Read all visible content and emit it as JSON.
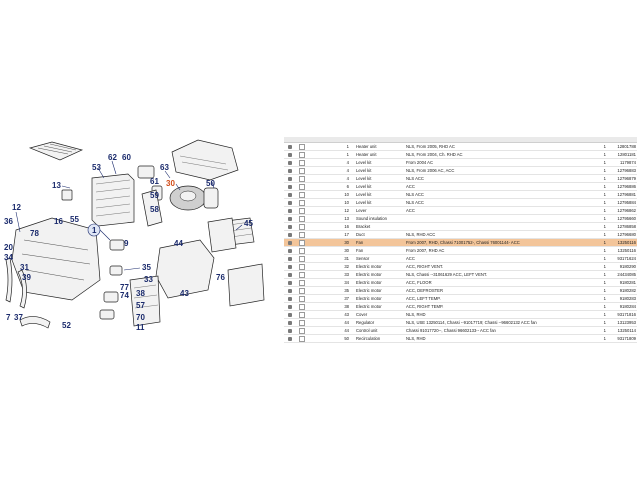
{
  "diagram": {
    "callouts": [
      {
        "label": "53",
        "highlight": false
      },
      {
        "label": "62",
        "highlight": false
      },
      {
        "label": "60",
        "highlight": false
      },
      {
        "label": "63",
        "highlight": false
      },
      {
        "label": "61",
        "highlight": false
      },
      {
        "label": "59",
        "highlight": false
      },
      {
        "label": "13",
        "highlight": false
      },
      {
        "label": "58",
        "highlight": false
      },
      {
        "label": "30",
        "highlight": true
      },
      {
        "label": "50",
        "highlight": false
      },
      {
        "label": "55",
        "highlight": false
      },
      {
        "label": "12",
        "highlight": false
      },
      {
        "label": "16",
        "highlight": false
      },
      {
        "label": "36",
        "highlight": false
      },
      {
        "label": "78",
        "highlight": false
      },
      {
        "label": "1",
        "highlight": false
      },
      {
        "label": "45",
        "highlight": false
      },
      {
        "label": "44",
        "highlight": false
      },
      {
        "label": "9",
        "highlight": false
      },
      {
        "label": "20",
        "highlight": false
      },
      {
        "label": "34",
        "highlight": false
      },
      {
        "label": "35",
        "highlight": false
      },
      {
        "label": "76",
        "highlight": false
      },
      {
        "label": "31",
        "highlight": false
      },
      {
        "label": "33",
        "highlight": false
      },
      {
        "label": "77",
        "highlight": false
      },
      {
        "label": "74",
        "highlight": false
      },
      {
        "label": "38",
        "highlight": false
      },
      {
        "label": "57",
        "highlight": false
      },
      {
        "label": "39",
        "highlight": false
      },
      {
        "label": "70",
        "highlight": false
      },
      {
        "label": "7",
        "highlight": false
      },
      {
        "label": "37",
        "highlight": false
      },
      {
        "label": "52",
        "highlight": false
      },
      {
        "label": "11",
        "highlight": false
      },
      {
        "label": "43",
        "highlight": false
      }
    ]
  },
  "table": {
    "rows": [
      {
        "pos": "1",
        "name": "Heater unit",
        "desc": "NLS, From 2005, RHD AC",
        "qty": "1",
        "num": "12801788",
        "selected": false
      },
      {
        "pos": "1",
        "name": "Heater unit",
        "desc": "NLS, From 2004, Ch. RHD AC",
        "qty": "1",
        "num": "12801181",
        "selected": false
      },
      {
        "pos": "4",
        "name": "Level kit",
        "desc": "From 2004 AC",
        "qty": "1",
        "num": "1179874",
        "selected": false
      },
      {
        "pos": "4",
        "name": "Level kit",
        "desc": "NLS, From 2006 AC, ACC",
        "qty": "1",
        "num": "12796883",
        "selected": false
      },
      {
        "pos": "4",
        "name": "Level kit",
        "desc": "NLS ACC",
        "qty": "1",
        "num": "12796879",
        "selected": false
      },
      {
        "pos": "6",
        "name": "Level kit",
        "desc": "ACC",
        "qty": "1",
        "num": "12796886",
        "selected": false
      },
      {
        "pos": "10",
        "name": "Level kit",
        "desc": "NLS ACC",
        "qty": "1",
        "num": "12796881",
        "selected": false
      },
      {
        "pos": "10",
        "name": "Level kit",
        "desc": "NLS ACC",
        "qty": "1",
        "num": "12795884",
        "selected": false
      },
      {
        "pos": "12",
        "name": "Lever",
        "desc": "ACC",
        "qty": "1",
        "num": "12796862",
        "selected": false
      },
      {
        "pos": "13",
        "name": "Sound insulation",
        "desc": "",
        "qty": "1",
        "num": "12795660",
        "selected": false
      },
      {
        "pos": "16",
        "name": "Bracket",
        "desc": "",
        "qty": "1",
        "num": "12786858",
        "selected": false
      },
      {
        "pos": "17",
        "name": "Duct",
        "desc": "NLS, RHD ACC",
        "qty": "1",
        "num": "12796680",
        "selected": false
      },
      {
        "pos": "30",
        "name": "Fan",
        "desc": "From 2007, RHD, Chassi 71001752-, Chassi 76001144- ACC",
        "qty": "1",
        "num": "13250116",
        "selected": true
      },
      {
        "pos": "30",
        "name": "Fan",
        "desc": "From 2007, RHD AC",
        "qty": "1",
        "num": "13250116",
        "selected": false
      },
      {
        "pos": "31",
        "name": "Sensor",
        "desc": "ACC",
        "qty": "1",
        "num": "93171624",
        "selected": false
      },
      {
        "pos": "32",
        "name": "Electric motor",
        "desc": "ACC, RIGHT VENT.",
        "qty": "1",
        "num": "9180290",
        "selected": false
      },
      {
        "pos": "33",
        "name": "Electric motor",
        "desc": "NLS, Chassi --31061629 ACC, LEFT VENT.",
        "qty": "1",
        "num": "24434085",
        "selected": false
      },
      {
        "pos": "34",
        "name": "Electric motor",
        "desc": "ACC, FLOOR",
        "qty": "1",
        "num": "9180281",
        "selected": false
      },
      {
        "pos": "35",
        "name": "Electric motor",
        "desc": "ACC, DEFROSTER",
        "qty": "1",
        "num": "9180282",
        "selected": false
      },
      {
        "pos": "37",
        "name": "Electric motor",
        "desc": "ACC, LEFT TEMP.",
        "qty": "1",
        "num": "9180283",
        "selected": false
      },
      {
        "pos": "38",
        "name": "Electric motor",
        "desc": "ACC, RIGHT TEMP.",
        "qty": "1",
        "num": "9180284",
        "selected": false
      },
      {
        "pos": "43",
        "name": "Cover",
        "desc": "NLS, RHD",
        "qty": "1",
        "num": "93171816",
        "selected": false
      },
      {
        "pos": "44",
        "name": "Regulator",
        "desc": "NLS, USE 13250114, Chassi --91017719; Chassi --96602132 ACC fan",
        "qty": "1",
        "num": "13123953",
        "selected": false
      },
      {
        "pos": "44",
        "name": "Control unit",
        "desc": "Chassi 91017720--, Chassi 96602133-- ACC fan",
        "qty": "1",
        "num": "13250114",
        "selected": false
      },
      {
        "pos": "50",
        "name": "Recirculation",
        "desc": "NLS, RHD",
        "qty": "1",
        "num": "93171809",
        "selected": false
      }
    ]
  }
}
